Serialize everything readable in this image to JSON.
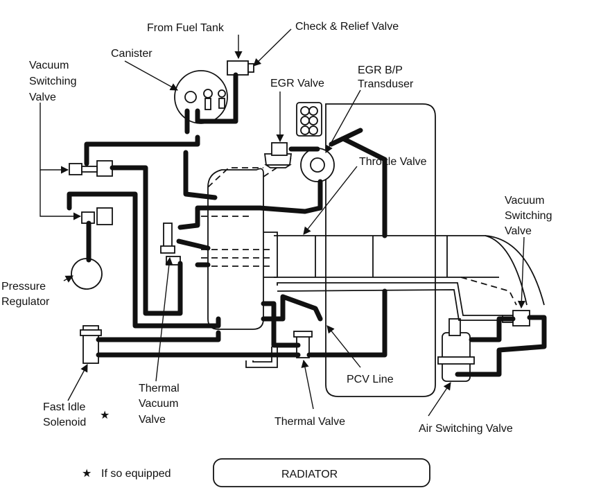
{
  "labels": {
    "from_fuel_tank": "From Fuel Tank",
    "check_relief_valve": "Check & Relief Valve",
    "canister": "Canister",
    "vsv_left_1": "Vacuum",
    "vsv_left_2": "Switching",
    "vsv_left_3": "Valve",
    "egr_valve": "EGR Valve",
    "egr_bp_1": "EGR B/P",
    "egr_bp_2": "Transduser",
    "throttle_valve": "Throttle Valve",
    "vsv_right_1": "Vacuum",
    "vsv_right_2": "Switching",
    "vsv_right_3": "Valve",
    "pressure_regulator_1": "Pressure",
    "pressure_regulator_2": "Regulator",
    "thermal_vacuum_1": "Thermal",
    "thermal_vacuum_2": "Vacuum",
    "thermal_vacuum_3": "Valve",
    "fast_idle_1": "Fast Idle",
    "fast_idle_2": "Solenoid",
    "fast_idle_star": "★",
    "pcv_line": "PCV Line",
    "thermal_valve": "Thermal Valve",
    "air_switching_valve": "Air Switching Valve",
    "footnote_star": "★",
    "footnote_text": "If so equipped",
    "radiator": "RADIATOR"
  }
}
